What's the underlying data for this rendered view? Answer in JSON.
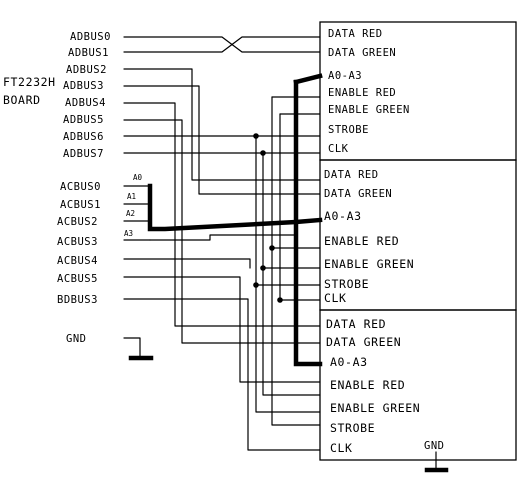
{
  "board": {
    "title_line1": "FT2232H",
    "title_line2": "BOARD"
  },
  "left_pins": {
    "adbus": [
      "ADBUS0",
      "ADBUS1",
      "ADBUS2",
      "ADBUS3",
      "ADBUS4",
      "ADBUS5",
      "ADBUS6",
      "ADBUS7"
    ],
    "acbus": [
      "ACBUS0",
      "ACBUS1",
      "ACBUS2",
      "ACBUS3",
      "ACBUS4",
      "ACBUS5"
    ],
    "bdbus3": "BDBUS3",
    "gnd": "GND"
  },
  "address_labels": [
    "A0",
    "A1",
    "A2",
    "A3"
  ],
  "panels": [
    {
      "pins": [
        "DATA RED",
        "DATA GREEN",
        "A0-A3",
        "ENABLE RED",
        "ENABLE GREEN",
        "STROBE",
        "CLK"
      ]
    },
    {
      "pins": [
        "DATA RED",
        "DATA GREEN",
        "A0-A3",
        "ENABLE RED",
        "ENABLE GREEN",
        "STROBE",
        "CLK"
      ]
    },
    {
      "pins": [
        "DATA RED",
        "DATA GREEN",
        "A0-A3",
        "ENABLE RED",
        "ENABLE GREEN",
        "STROBE",
        "CLK"
      ],
      "gnd": "GND"
    }
  ]
}
